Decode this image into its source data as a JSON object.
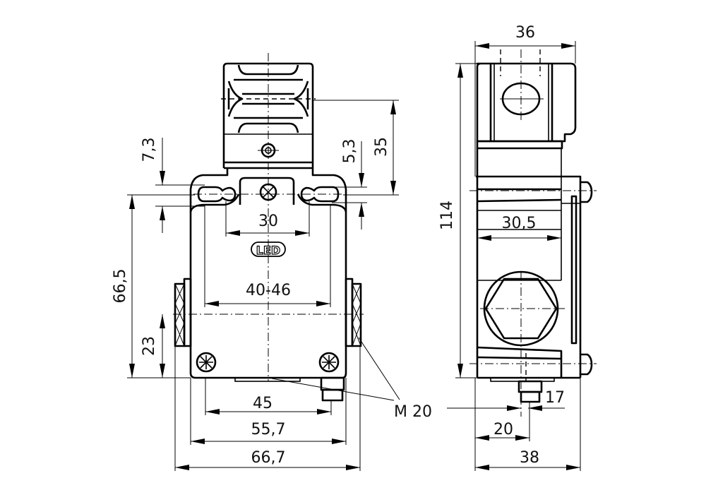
{
  "drawing": {
    "front_view": {
      "dimensions": {
        "d_7_3": "7,3",
        "d_5_3": "5,3",
        "d_35": "35",
        "d_30": "30",
        "d_66_5": "66,5",
        "d_23": "23",
        "d_40_46": "40-46",
        "d_45": "45",
        "d_55_7": "55,7",
        "d_66_7": "66,7"
      },
      "led_label": "LED",
      "thread_label": "M 20"
    },
    "side_view": {
      "dimensions": {
        "d_36": "36",
        "d_114": "114",
        "d_30_5": "30,5",
        "d_17": "17",
        "d_20": "20",
        "d_38": "38"
      }
    }
  }
}
